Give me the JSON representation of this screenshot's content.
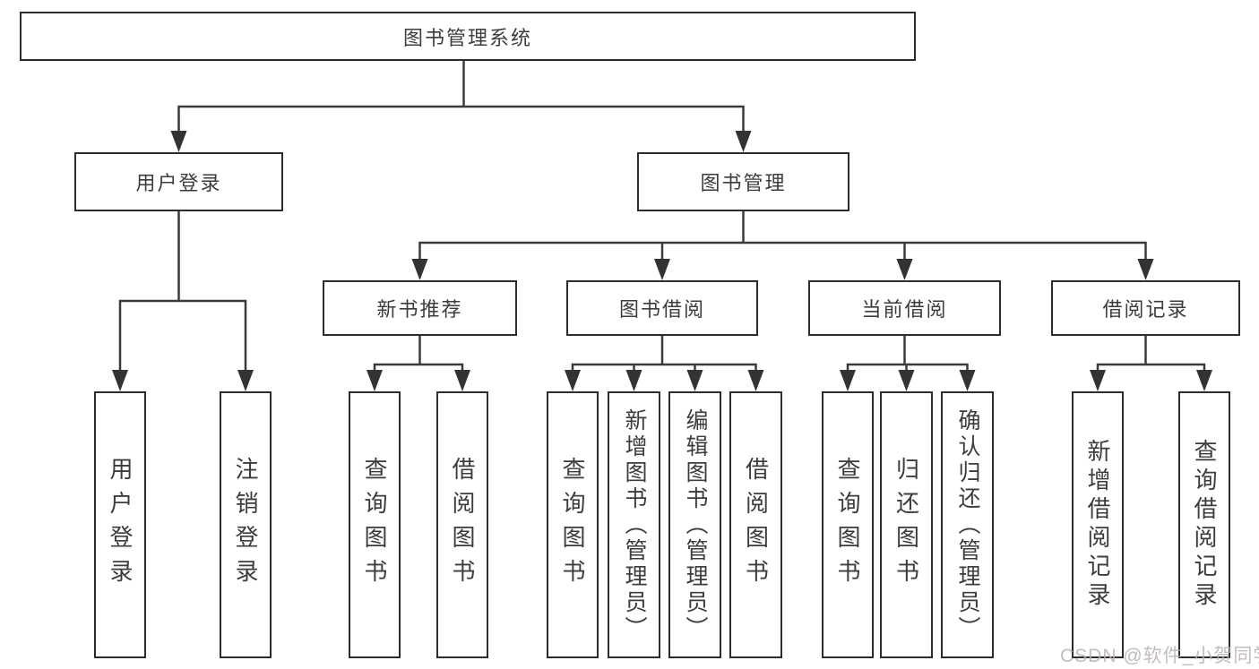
{
  "diagram": {
    "root": {
      "label": "图书管理系统"
    },
    "branches": [
      {
        "label": "用户登录",
        "leaves": [
          {
            "label": "用户登录"
          },
          {
            "label": "注销登录"
          }
        ]
      },
      {
        "label": "图书管理",
        "children": [
          {
            "label": "新书推荐",
            "leaves": [
              {
                "label": "查询图书"
              },
              {
                "label": "借阅图书"
              }
            ]
          },
          {
            "label": "图书借阅",
            "leaves": [
              {
                "label": "查询图书"
              },
              {
                "label": "新增图书（管理员）"
              },
              {
                "label": "编辑图书（管理员）"
              },
              {
                "label": "借阅图书"
              }
            ]
          },
          {
            "label": "当前借阅",
            "leaves": [
              {
                "label": "查询图书"
              },
              {
                "label": "归还图书"
              },
              {
                "label": "确认归还（管理员）"
              }
            ]
          },
          {
            "label": "借阅记录",
            "leaves": [
              {
                "label": "新增借阅记录"
              },
              {
                "label": "查询借阅记录"
              }
            ]
          }
        ]
      }
    ]
  },
  "watermark": {
    "text": "CSDN @软件_小贺同学"
  },
  "colors": {
    "line": "#3a3a3a",
    "box_border": "#2d2d2d",
    "text": "#3c3c3c",
    "background": "#ffffff",
    "watermark": "#b9b1b1"
  }
}
